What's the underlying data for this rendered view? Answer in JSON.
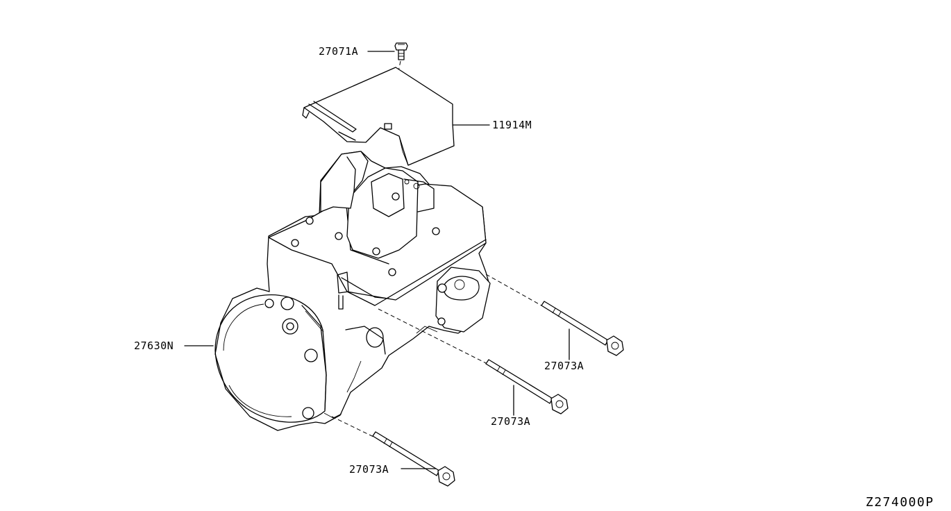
{
  "diagram": {
    "parts": [
      {
        "id": "bolt-top",
        "label": "27071A"
      },
      {
        "id": "cover",
        "label": "11914M"
      },
      {
        "id": "compressor",
        "label": "27630N"
      },
      {
        "id": "bolt-right",
        "label": "27073A"
      },
      {
        "id": "bolt-middle",
        "label": "27073A"
      },
      {
        "id": "bolt-bottom",
        "label": "27073A"
      }
    ],
    "figure_code": "Z274000P"
  }
}
